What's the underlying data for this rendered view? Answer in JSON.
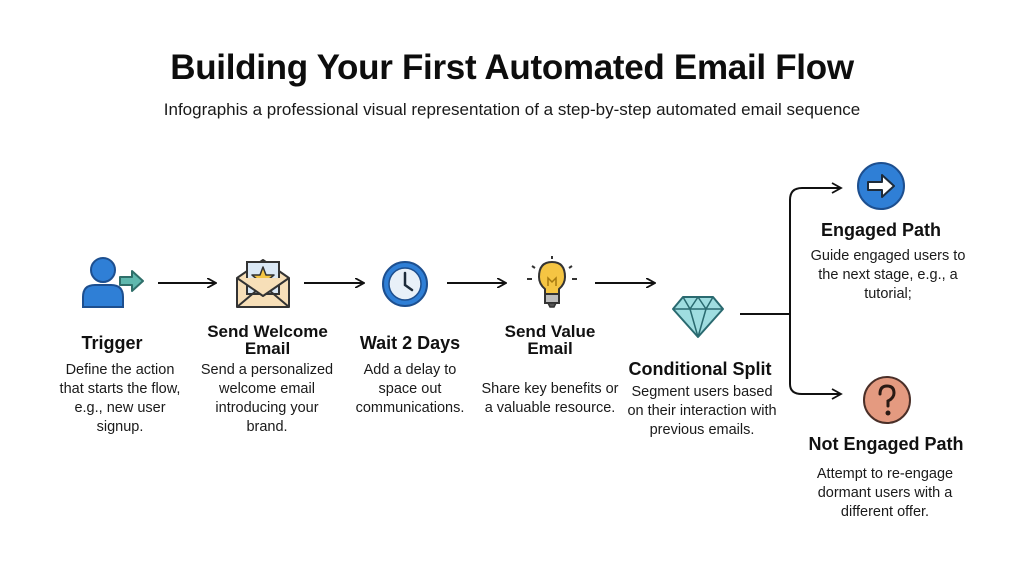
{
  "title": "Building Your First Automated Email Flow",
  "subtitle": "Infographis a professional visual representation of a step-by-step automated email sequence",
  "steps": [
    {
      "icon": "user-arrow-icon",
      "title": "Trigger",
      "description": "Define the action that starts the flow, e.g., new user signup."
    },
    {
      "icon": "envelope-star-icon",
      "title": "Send Welcome Email",
      "description": "Send a personalized welcome email introducing your brand."
    },
    {
      "icon": "clock-icon",
      "title": "Wait 2 Days",
      "description": "Add a delay to space out communications."
    },
    {
      "icon": "lightbulb-icon",
      "title": "Send Value Email",
      "description": "Share key benefits or a valuable resource."
    },
    {
      "icon": "diamond-icon",
      "title": "Conditional Split",
      "description": "Segment users based on their interaction with previous emails."
    }
  ],
  "branches": [
    {
      "icon": "arrow-right-circle-icon",
      "title": "Engaged Path",
      "description": "Guide engaged users to the next stage, e.g., a tutorial;"
    },
    {
      "icon": "question-circle-icon",
      "title": "Not Engaged Path",
      "description": "Attempt to re-engage dormant users with a different offer."
    }
  ],
  "colors": {
    "blue": "#2f7fd6",
    "blue_outline": "#1d4f8f",
    "teal": "#5fb8ae",
    "cream": "#f7dfb8",
    "yellow": "#f5c543",
    "diamond": "#9fdde0",
    "salmon": "#e49a80"
  }
}
